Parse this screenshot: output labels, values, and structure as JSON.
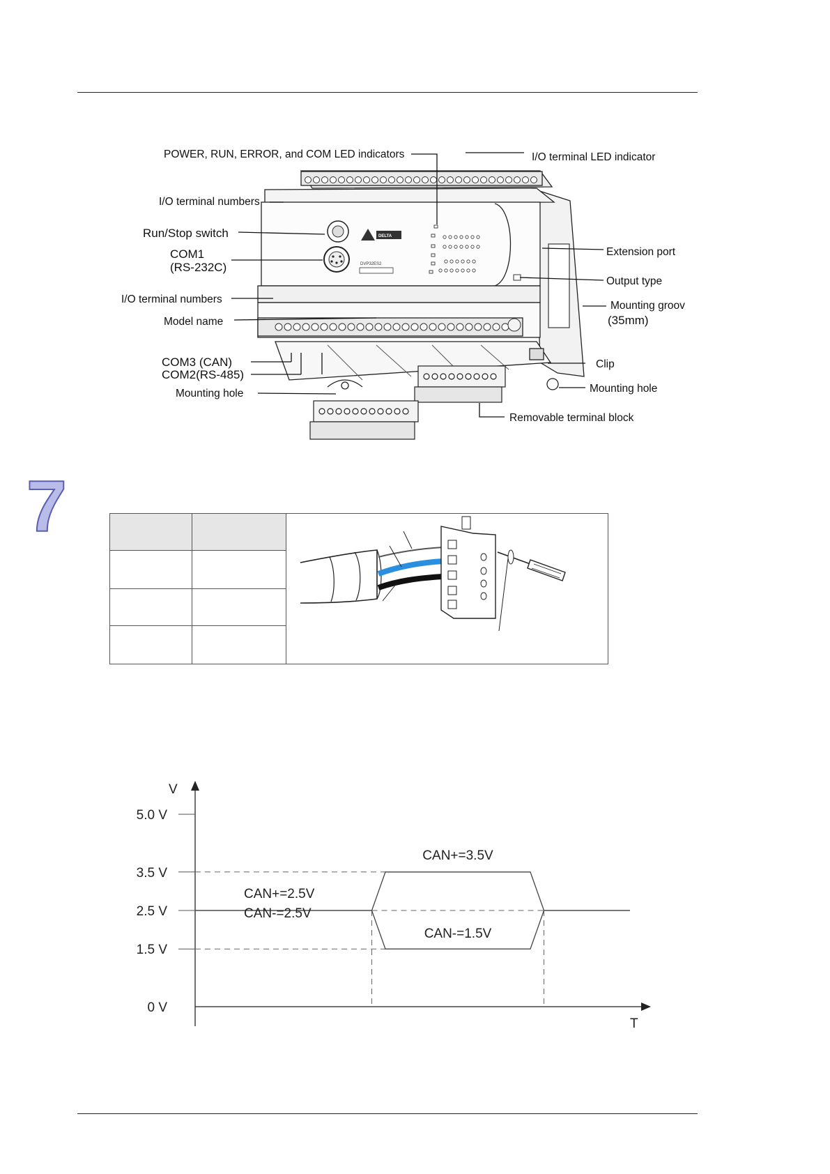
{
  "device_diagram": {
    "labels": {
      "led_indicators": "POWER, RUN, ERROR, and COM LED indicators",
      "io_led": "I/O terminal LED indicator",
      "io_numbers_top": "I/O terminal numbers",
      "run_stop": "Run/Stop switch",
      "com1_a": "COM1",
      "com1_b": "(RS-232C)",
      "extension_port": "Extension port",
      "output_type": "Output type",
      "io_numbers_bottom": "I/O terminal numbers",
      "mounting_groove_a": "Mounting groov",
      "mounting_groove_b": "(35mm)",
      "model_name": "Model name",
      "com3": "COM3 (CAN)",
      "com2": "COM2(RS-485)",
      "clip": "Clip",
      "mounting_hole_left": "Mounting hole",
      "mounting_hole_right": "Mounting hole",
      "removable_block": "Removable terminal block"
    },
    "device_text": {
      "brand": "DELTA",
      "model": "DVP32ES2"
    }
  },
  "chapter": {
    "number": "7"
  },
  "chart_data": {
    "type": "line",
    "xlabel": "T",
    "ylabel": "V",
    "yticks": [
      {
        "value": 0,
        "label": "0 V"
      },
      {
        "value": 1.5,
        "label": "1.5 V"
      },
      {
        "value": 2.5,
        "label": "2.5 V"
      },
      {
        "value": 3.5,
        "label": "3.5 V"
      },
      {
        "value": 5.0,
        "label": "5.0 V"
      }
    ],
    "ylim": [
      0,
      5.0
    ],
    "xlim": [
      0,
      10
    ],
    "series": [
      {
        "name": "CAN+",
        "x": [
          0,
          3.9,
          4.2,
          7.4,
          7.7,
          9.6
        ],
        "y": [
          2.5,
          2.5,
          3.5,
          3.5,
          2.5,
          2.5
        ]
      },
      {
        "name": "CAN-",
        "x": [
          0,
          3.9,
          4.2,
          7.4,
          7.7,
          9.6
        ],
        "y": [
          2.5,
          2.5,
          1.5,
          1.5,
          2.5,
          2.5
        ]
      }
    ],
    "annotations": [
      {
        "text": "CAN+=2.5V",
        "x": 1.2,
        "y": 2.5
      },
      {
        "text": "CAN-=2.5V",
        "x": 1.2,
        "y": 2.5
      },
      {
        "text": "CAN+=3.5V",
        "x": 5.8,
        "y": 3.5
      },
      {
        "text": "CAN-=1.5V",
        "x": 5.8,
        "y": 1.5
      }
    ],
    "grid": false
  }
}
